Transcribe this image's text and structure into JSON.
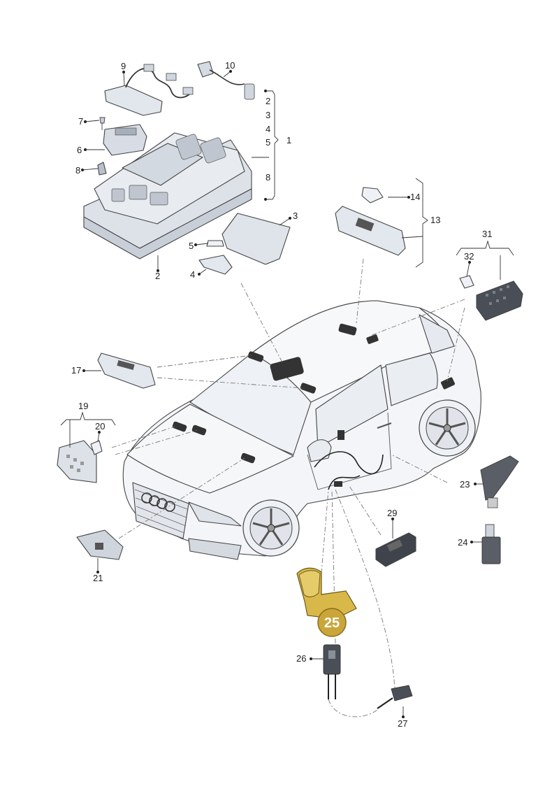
{
  "labels": {
    "l1": "1",
    "l2": "2",
    "l2b": "2",
    "l3": "3",
    "l3b": "3",
    "l4": "4",
    "l4b": "4",
    "l5": "5",
    "l5b": "5",
    "l6": "6",
    "l7": "7",
    "l8": "8",
    "l8b": "8",
    "l9": "9",
    "l10": "10",
    "l13": "13",
    "l14": "14",
    "l17": "17",
    "l19": "19",
    "l20": "20",
    "l21": "21",
    "l23": "23",
    "l24": "24",
    "l25": "25",
    "l26": "26",
    "l27": "27",
    "l29": "29",
    "l31": "31",
    "l32": "32"
  },
  "colors": {
    "part_fill": "#e4e8ee",
    "part_dark": "#b9c0ca",
    "car_body": "#f3f5f8",
    "highlight": "#d9b84a",
    "callout": "#caa63a"
  }
}
